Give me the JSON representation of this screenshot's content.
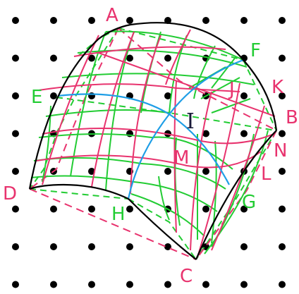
{
  "colors": {
    "background": "#ffffff",
    "dots": "#000000",
    "outline": "#000000",
    "red": "#e8336e",
    "green": "#22cc33",
    "blue": "#1e9ee6",
    "label_dark": "#1a1a3a"
  },
  "labels": {
    "A": "A",
    "B": "B",
    "C": "C",
    "D": "D",
    "E": "E",
    "F": "F",
    "G": "G",
    "H": "H",
    "I": "I",
    "J": "J",
    "K": "K",
    "L": "L",
    "M": "M",
    "N": "N"
  }
}
